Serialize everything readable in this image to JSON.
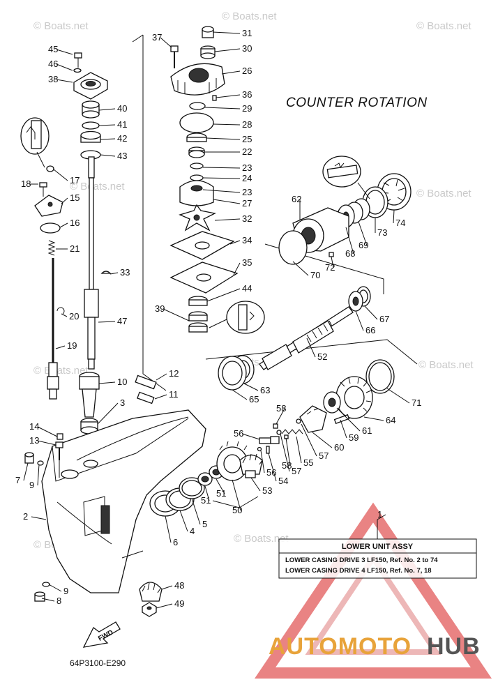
{
  "title": "COUNTER ROTATION",
  "diagram_code": "64P3100-E290",
  "watermark_text": "© Boats.net",
  "fwd_label": "FWD",
  "assembly_table": {
    "header": "LOWER UNIT ASSY",
    "rows": [
      "LOWER CASING DRIVE 3 LF150,  Ref. No. 2 to 74",
      "LOWER CASING DRIVE 4 LF150,  Ref. No. 7, 18"
    ]
  },
  "brand": {
    "part1": "AUTOMOTO",
    "part2": "HUB",
    "color_primary": "#e8a33a",
    "color_secondary": "#555555",
    "triangle_color": "#e25a5a"
  },
  "callouts": [
    "31",
    "30",
    "37",
    "26",
    "36",
    "29",
    "28",
    "25",
    "22",
    "23",
    "24",
    "23",
    "27",
    "45",
    "46",
    "38",
    "40",
    "41",
    "42",
    "43",
    "17",
    "18",
    "15",
    "16",
    "21",
    "33",
    "32",
    "34",
    "35",
    "44",
    "39",
    "20",
    "47",
    "19",
    "12",
    "10",
    "11",
    "3",
    "14",
    "13",
    "7",
    "9",
    "2",
    "62",
    "73",
    "74",
    "69",
    "68",
    "72",
    "70",
    "66",
    "67",
    "52",
    "63",
    "65",
    "71",
    "64",
    "58",
    "56",
    "61",
    "59",
    "60",
    "55",
    "57",
    "57",
    "58",
    "56",
    "54",
    "53",
    "51",
    "51",
    "50",
    "6",
    "4",
    "5",
    "1",
    "48",
    "49",
    "9",
    "8"
  ]
}
